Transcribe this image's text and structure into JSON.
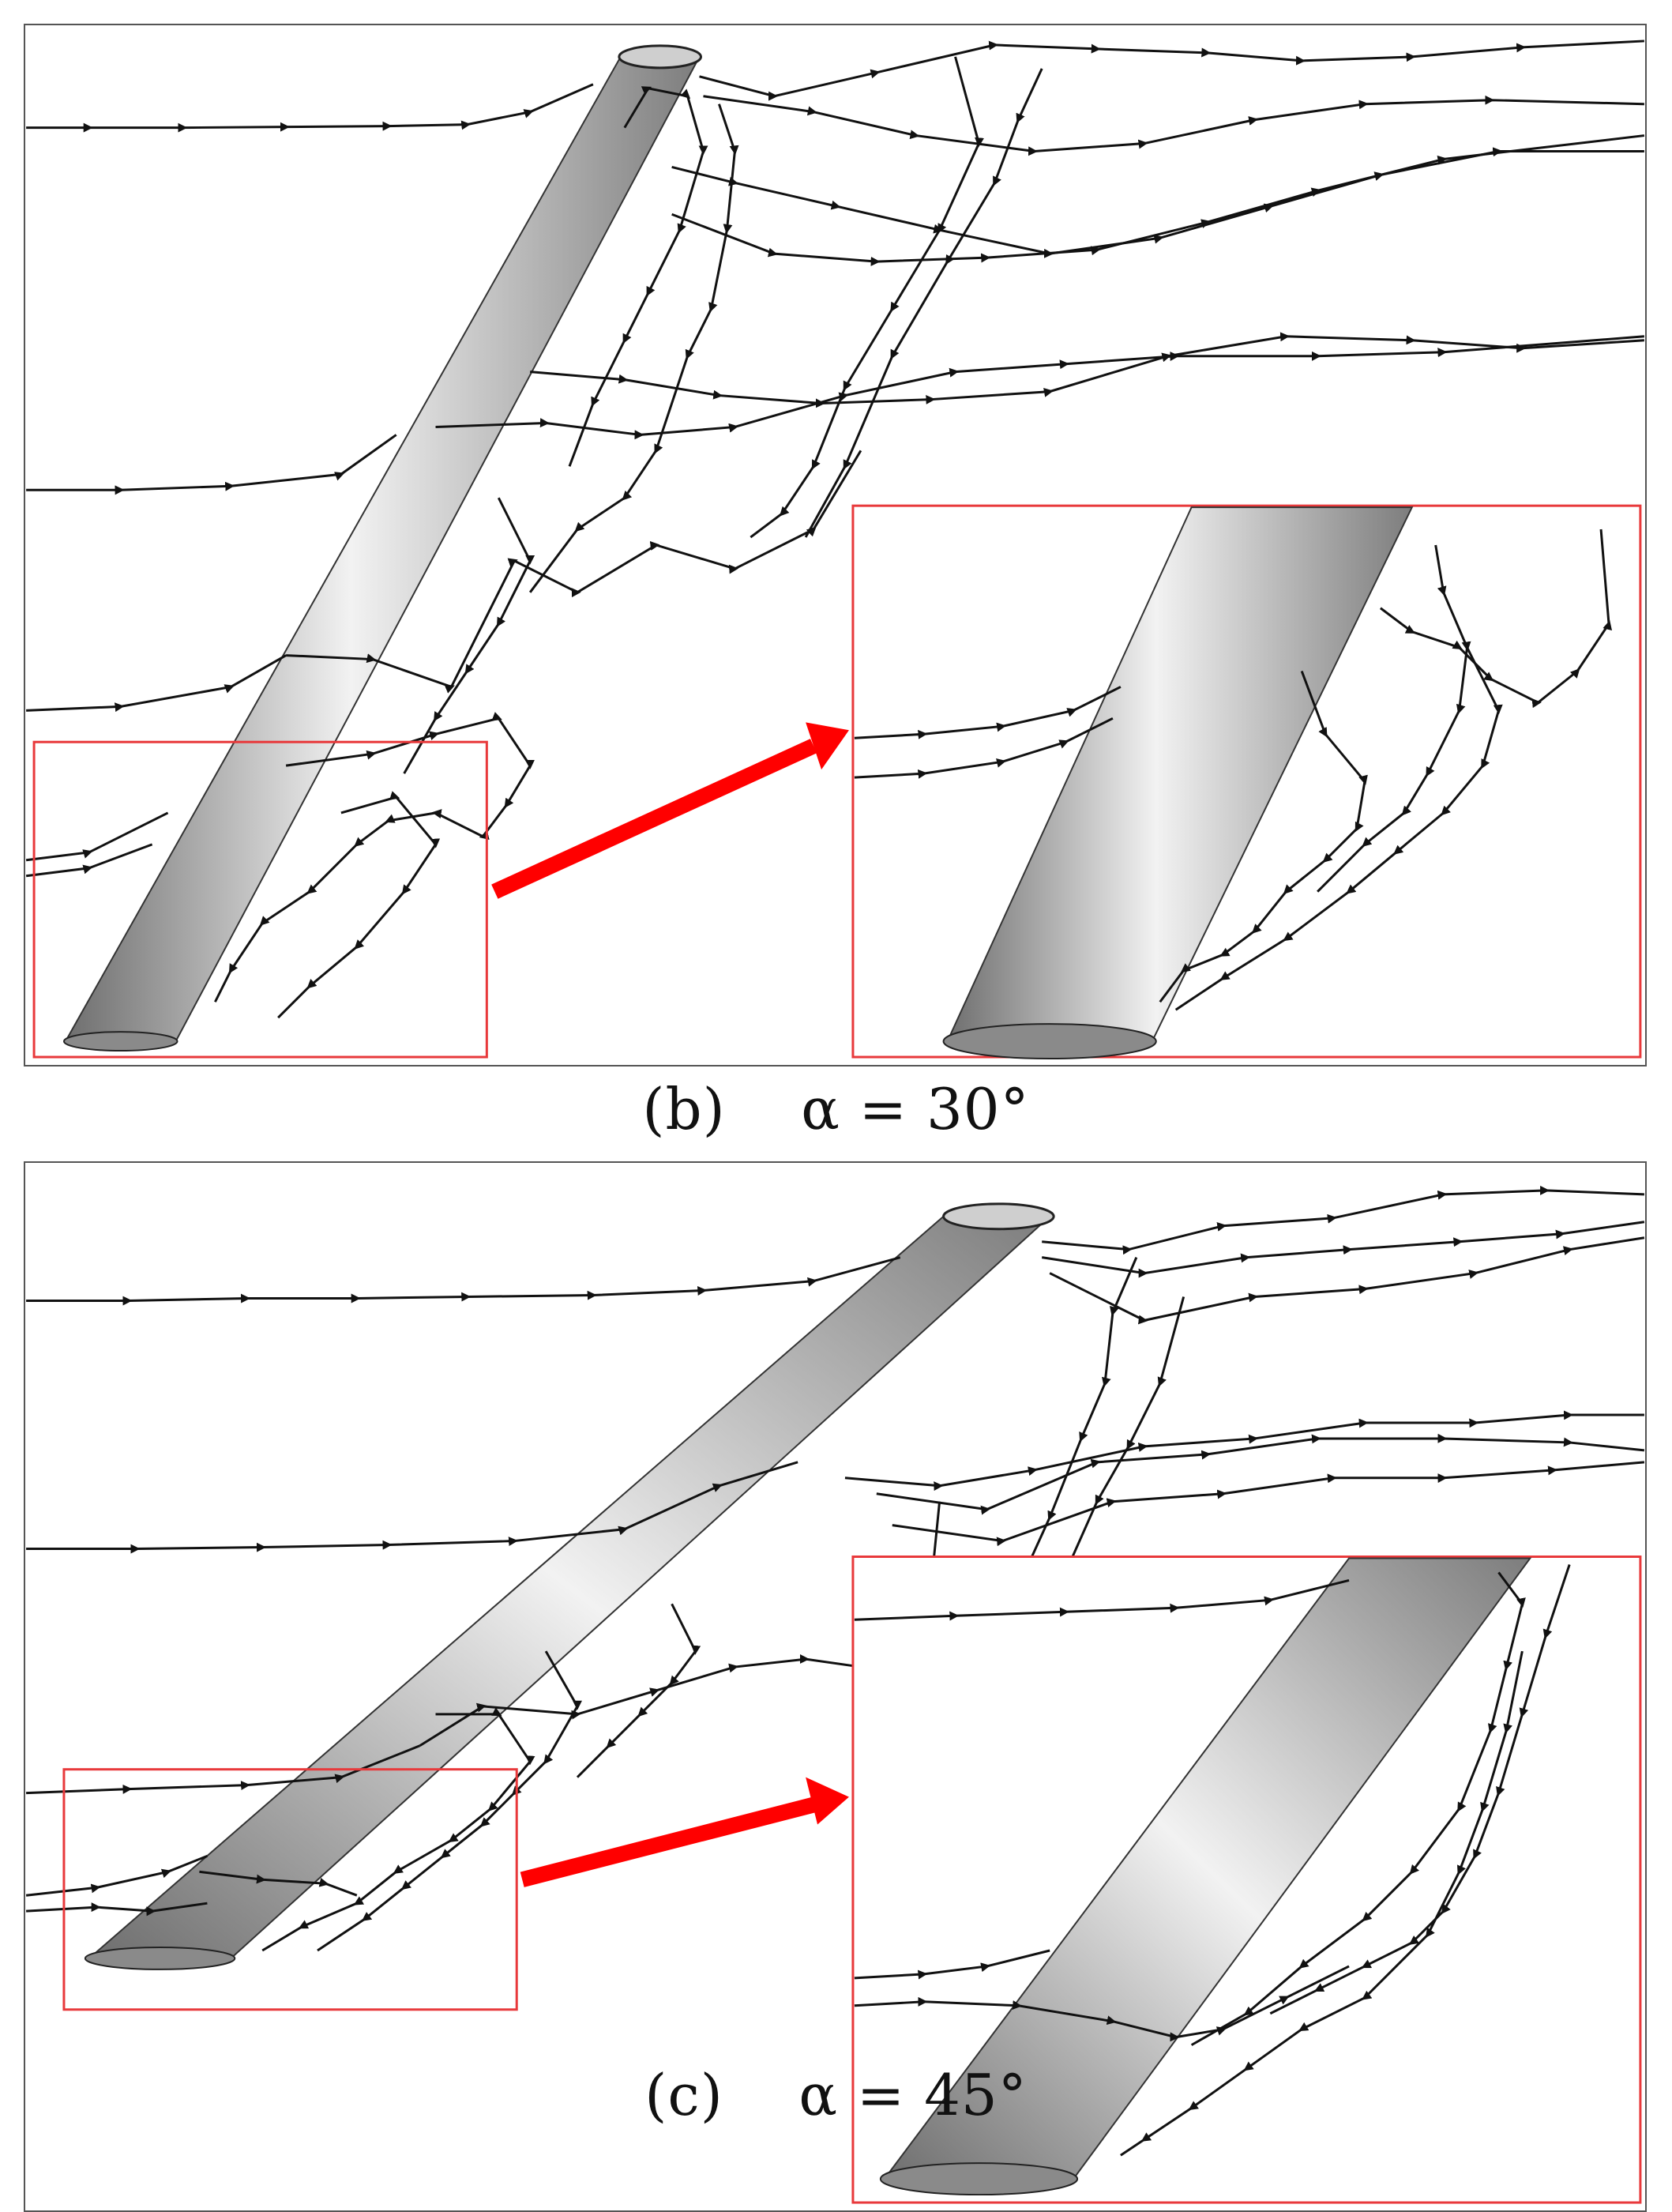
{
  "figure": {
    "panels": [
      {
        "id": "b",
        "caption": "(b)    α = 30°",
        "angle_deg": 30
      },
      {
        "id": "c",
        "caption": "(c)    α = 45°",
        "angle_deg": 45
      }
    ],
    "colors": {
      "streamline": "#111111",
      "inset_border": "#e8393b",
      "pointer_arrow": "#ff0000",
      "cylinder_light": "#f3f3f3",
      "cylinder_dark": "#7a7a7a"
    }
  }
}
